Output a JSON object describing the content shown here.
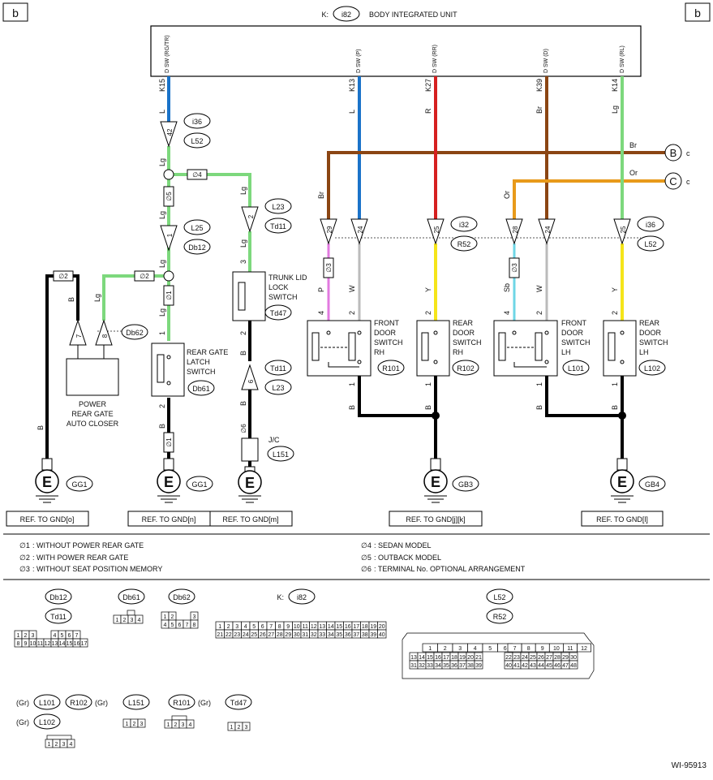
{
  "page_tag": "b",
  "unit": {
    "prefix": "K:",
    "code": "i82",
    "name": "BODY INTEGRATED UNIT",
    "pins": [
      "D SW (RG/TR)",
      "D SW (P)",
      "D SW (RR)",
      "D SW (D)",
      "D SW (RL)"
    ]
  },
  "wires": {
    "k15": "K15",
    "k13": "K13",
    "k27": "K27",
    "k39": "K39",
    "k14": "K14",
    "L": "L",
    "R": "R",
    "Br": "Br",
    "Lg": "Lg",
    "Or": "Or",
    "W": "W",
    "Y": "Y",
    "P": "P",
    "Sb": "Sb",
    "B": "B"
  },
  "connectors": {
    "i36": "i36",
    "L52": "L52",
    "L25": "L25",
    "Db12": "Db12",
    "L23": "L23",
    "Td11": "Td11",
    "Db62": "Db62",
    "i32": "i32",
    "R52": "R52",
    "GG1": "GG1",
    "GB3": "GB3",
    "GB4": "GB4",
    "L151": "L151",
    "Td47": "Td47",
    "Db61": "Db61",
    "R101": "R101",
    "R102": "R102",
    "L101": "L101",
    "L102": "L102"
  },
  "pins": {
    "p42": "42",
    "p1": "1",
    "p2": "2",
    "p3": "3",
    "p4": "4",
    "p6": "6",
    "p7": "7",
    "p8": "8",
    "p24": "24",
    "p25": "25",
    "p28": "28",
    "p29": "29"
  },
  "marks": {
    "s1": "∅1",
    "s2": "∅2",
    "s3": "∅3",
    "s4": "∅4",
    "s5": "∅5",
    "s6": "∅6"
  },
  "letters": {
    "B": "B",
    "C": "C",
    "c": "c",
    "E": "E"
  },
  "components": {
    "trunk": [
      "TRUNK LID",
      "LOCK",
      "SWITCH"
    ],
    "rear_gate_latch": [
      "REAR GATE",
      "LATCH",
      "SWITCH"
    ],
    "power_closer": [
      "POWER",
      "REAR GATE",
      "AUTO CLOSER"
    ],
    "front_rh": [
      "FRONT",
      "DOOR",
      "SWITCH",
      "RH"
    ],
    "rear_rh": [
      "REAR",
      "DOOR",
      "SWITCH",
      "RH"
    ],
    "front_lh": [
      "FRONT",
      "DOOR",
      "SWITCH",
      "LH"
    ],
    "rear_lh": [
      "REAR",
      "DOOR",
      "SWITCH",
      "LH"
    ],
    "jc": "J/C"
  },
  "ref_gnd": [
    "REF. TO GND[o]",
    "REF. TO GND[n]",
    "REF. TO GND[m]",
    "REF. TO GND[j][k]",
    "REF. TO GND[l]"
  ],
  "notes": [
    {
      "mark": "∅1",
      "text": ": WITHOUT POWER REAR GATE"
    },
    {
      "mark": "∅2",
      "text": ": WITH POWER REAR GATE"
    },
    {
      "mark": "∅3",
      "text": ": WITHOUT SEAT POSITION MEMORY"
    },
    {
      "mark": "∅4",
      "text": ": SEDAN MODEL"
    },
    {
      "mark": "∅5",
      "text": ": OUTBACK MODEL"
    },
    {
      "mark": "∅6",
      "text": ": TERMINAL No. OPTIONAL ARRANGEMENT"
    }
  ],
  "colors_legend": {
    "Gr": "(Gr)"
  },
  "figure_id": "WI-95913",
  "wire_colors": {
    "blue": "#1a73c9",
    "red": "#d62020",
    "brown": "#8b4513",
    "green": "#7dd87d",
    "orange": "#e89a1a",
    "pink": "#e27ae0",
    "yellow": "#f5e51a",
    "sky": "#6ed6e6",
    "white": "#bbbbbb",
    "black": "#000000"
  }
}
